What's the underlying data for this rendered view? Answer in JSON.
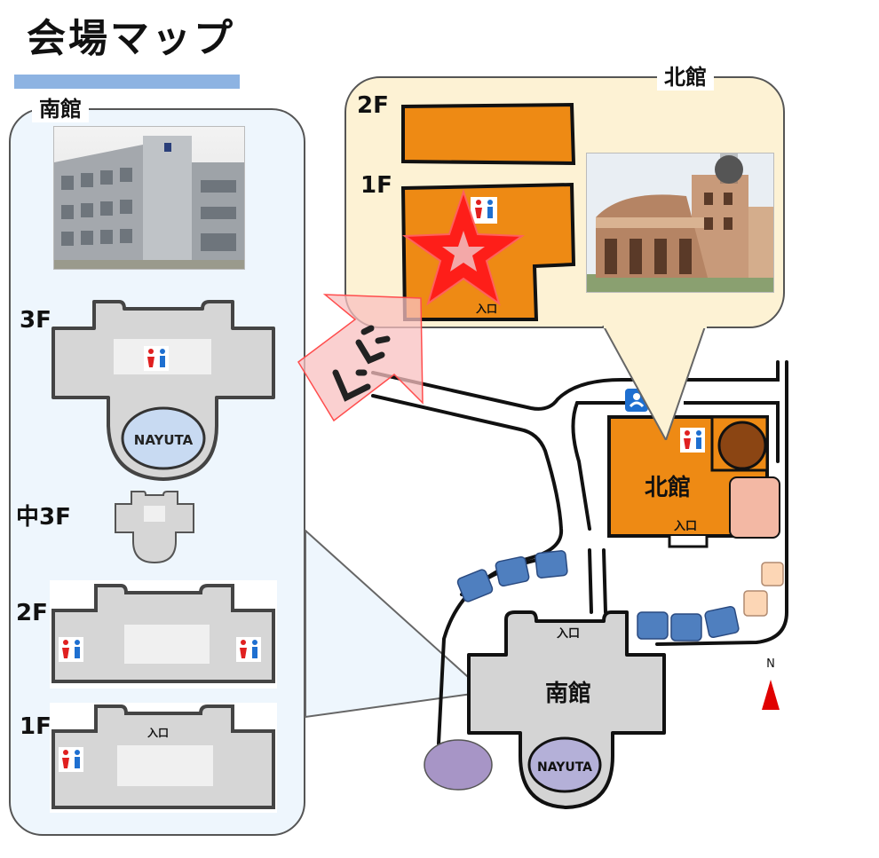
{
  "map": {
    "title": "会場マップ",
    "south_panel": {
      "label": "南館",
      "floors": [
        {
          "id": "3f",
          "label": "3F",
          "hall_name": "NAYUTA"
        },
        {
          "id": "m3f",
          "label": "中3F"
        },
        {
          "id": "2f",
          "label": "2F"
        },
        {
          "id": "1f",
          "label": "1F",
          "entrance": "入口"
        }
      ]
    },
    "north_panel": {
      "label": "北館",
      "floors": [
        {
          "id": "2f",
          "label": "2F"
        },
        {
          "id": "1f",
          "label": "1F",
          "entrance": "入口"
        }
      ]
    },
    "site": {
      "north_building": {
        "label": "北館",
        "entrance": "入口"
      },
      "south_building": {
        "label": "南館",
        "entrance": "入口",
        "hall_name": "NAYUTA"
      },
      "compass": "N"
    }
  },
  "colors": {
    "accent_blue": "#8db3e2",
    "north_building": "#ee8a14",
    "south_building": "#d4d4d4",
    "panel_south_bg": "#eef6fd",
    "panel_north_bg": "#fdf2d4",
    "parking": "#4f7fbf",
    "star": "#ff1a1a",
    "compass": "#e00000"
  },
  "icons": [
    "restroom-icon",
    "nursing-room-icon",
    "star-marker-icon",
    "stairs-arrow-icon",
    "north-arrow-icon"
  ]
}
